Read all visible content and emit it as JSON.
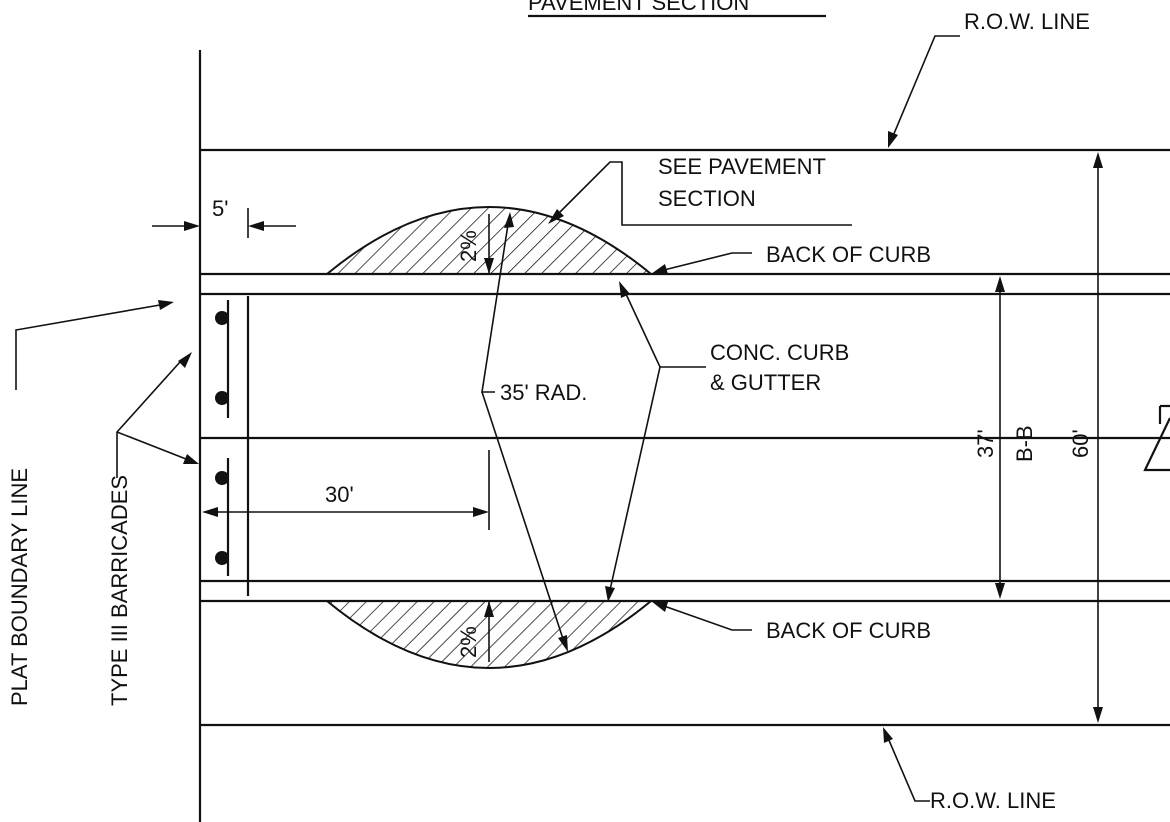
{
  "labels": {
    "title": "PAVEMENT SECTION",
    "row_line_top": "R.O.W. LINE",
    "row_line_bottom": "R.O.W. LINE",
    "see_pavement_line1": "SEE PAVEMENT",
    "see_pavement_line2": "SECTION",
    "back_of_curb_top": "BACK OF CURB",
    "back_of_curb_bottom": "BACK OF CURB",
    "conc_curb_line1": "CONC. CURB",
    "conc_curb_line2": "& GUTTER",
    "radius": "35' RAD.",
    "dim_5": "5'",
    "dim_30": "30'",
    "dim_37": "37'",
    "dim_bb": "B-B",
    "dim_60": "60'",
    "slope_top": "2%",
    "slope_bottom": "2%",
    "plat_boundary": "PLAT BOUNDARY LINE",
    "barricades": "TYPE III BARRICADES"
  },
  "colors": {
    "line": "#111111",
    "background": "#ffffff"
  }
}
